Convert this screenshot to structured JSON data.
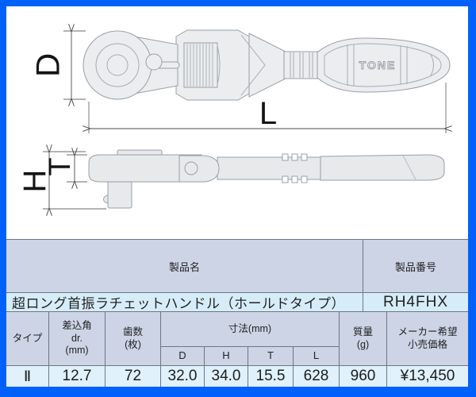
{
  "drawing": {
    "brand": "TONE",
    "dim_d": "D",
    "dim_l": "L",
    "dim_h": "H",
    "dim_t": "T"
  },
  "table": {
    "headers": {
      "product_name": "製品名",
      "product_code": "製品番号"
    },
    "product_name": "超ロング首振ラチェットハンドル（ホールドタイプ）",
    "product_code": "RH4FHX",
    "spec_headers": {
      "type": "タイプ",
      "drive": "差込角\ndr.\n(mm)",
      "teeth": "歯数\n(枚)",
      "dims": "寸法(mm)",
      "dim_d": "D",
      "dim_h": "H",
      "dim_t": "T",
      "dim_l": "L",
      "mass": "質量\n(g)",
      "price": "メーカー希望\n小売価格"
    },
    "spec_values": {
      "type": "Ⅱ",
      "drive": "12.7",
      "teeth": "72",
      "d": "32.0",
      "h": "34.0",
      "t": "15.5",
      "l": "628",
      "mass": "960",
      "price": "¥13,450"
    }
  },
  "colors": {
    "frame_blue": "#0061fa",
    "header_bg": "#ccd4e6",
    "name_row_bg": "#d6edf9",
    "data_row_bg": "#e0f1fb",
    "grid_line": "#6e7680",
    "tool_fill": "#ebedef",
    "tool_outline": "#97a0a8"
  }
}
